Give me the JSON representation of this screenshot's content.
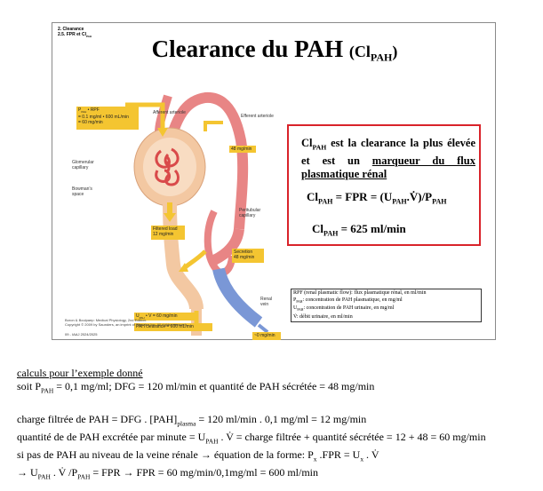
{
  "slide": {
    "breadcrumb": [
      "2. Clearance",
      "2.5. FPR et Cl"
    ],
    "breadcrumb_sub": "PAH",
    "title": "Clearance du PAH",
    "title_paren_open": "(Cl",
    "title_sub": "PAH",
    "title_paren_close": ")",
    "footer_code": "09 - IAAJ 2024/2025"
  },
  "figure": {
    "rpf_box": [
      "P",
      "PAH",
      " • RPF",
      "= 0.1 mg/ml • 600 mL/min",
      "= 60 mg/min"
    ],
    "labels": {
      "afferent": "Afferent arteriole",
      "efferent": "Efferent arteriole",
      "glomerular": "Glomerular\ncapillary",
      "bowman": "Bowman's\nspace",
      "peritubular": "Peritubular\ncapillary",
      "renal_vein": "Renal\nvein"
    },
    "box_48_top": "48 mg/min",
    "filtered_load": "Filtered load\n12 mg/min",
    "secretion": "Secretion\n48 mg/min",
    "urine": "U",
    "urine_sub": "PAH",
    "urine_rest": " • V = 60 mg/min",
    "pah_clearance": "PAH clearance = 600 mL/min",
    "zero": "~0 mg/min",
    "credit": [
      "Boron & Boulpaep: Medical Physiology, 2nd Edition.",
      "Copyright © 2009 by Saunders, an imprint of Elsevier, Inc. All rights reserved."
    ]
  },
  "redbox": {
    "cl": "Cl",
    "sub": "PAH",
    "stmt_a": " est la clearance la plus élevée et est un ",
    "stmt_b": "marqueur du flux plasmatique rénal",
    "eq1_lhs": "Cl",
    "eq1_sub": "PAH",
    "eq1_rest": " = FPR = ",
    "eq1_num": "(U",
    "eq1_num_sub": "PAH",
    "eq1_dot": ".V̇",
    "eq1_close": ")/P",
    "eq1_psub": "PAH",
    "eq2_lhs": "Cl",
    "eq2_sub": "PAH",
    "eq2_rest": " = 625 ml/min"
  },
  "notes": [
    "RPF (renal plasmatic flow): flux plasmatique rénal, en ml/min",
    "P",
    "PAH",
    ": concentration de PAH plasmatique, en mg/ml",
    "U",
    "PAH",
    ": concentration de PAH urinaire, en mg/ml",
    "V̇: débit urinaire, en ml/min"
  ],
  "text": {
    "calc_heading": "calculs  pour l’exemple donné",
    "line1_a": "soit P",
    "line1_sub": "PAH",
    "line1_b": " = 0,1 mg/ml; DFG = 120 ml/min et quantité de PAH sécrétée = 48 mg/min",
    "line2_a": "charge filtrée de PAH = DFG . [PAH]",
    "line2_sub": "plasma",
    "line2_b": " = 120 ml/min . 0,1 mg/ml = 12 mg/min",
    "line3_a": "quantité de de PAH excrétée par minute = U",
    "line3_sub": "PAH",
    "line3_b": " . V̇ = charge filtrée  + quantité sécrétée = 12 + 48 = 60 mg/min",
    "line4_a": "si pas de PAH au niveau de la veine rénale → équation de la forme: P",
    "line4_sub1": "x",
    "line4_b": " .FPR = U",
    "line4_sub2": "x",
    "line4_c": " . V̇",
    "line5_a": "→ U",
    "line5_sub1": "PAH",
    "line5_b": " . V̇ /P",
    "line5_sub2": "PAH",
    "line5_c": " = FPR → FPR = 60 mg/min/0,1mg/ml = 600 ml/min"
  }
}
